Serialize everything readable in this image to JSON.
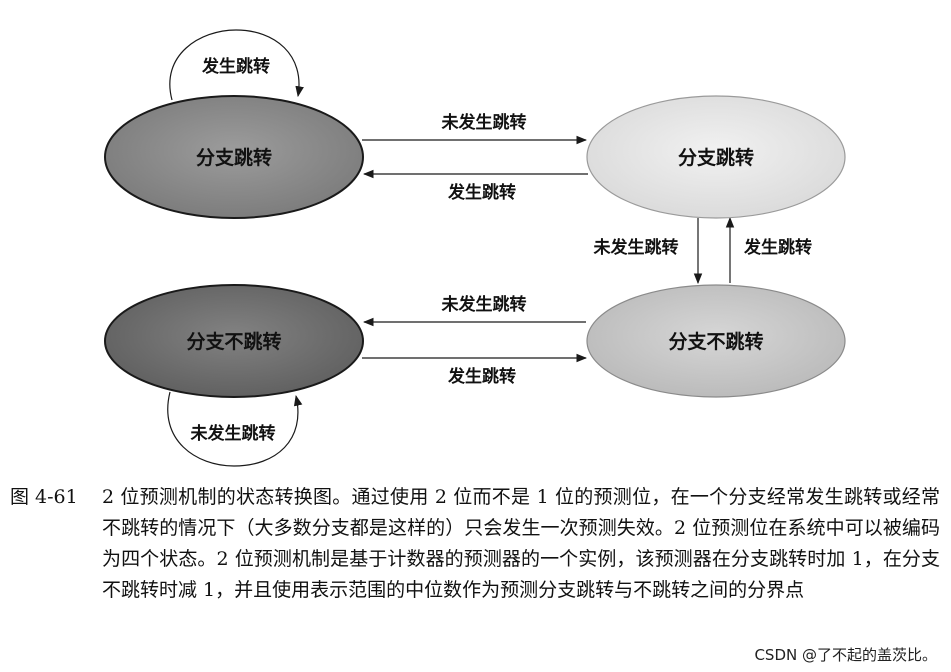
{
  "states": {
    "strong_taken": "分支跳转",
    "weak_taken": "分支跳转",
    "strong_not_taken": "分支不跳转",
    "weak_not_taken": "分支不跳转"
  },
  "transitions": {
    "strong_taken_self": "发生跳转",
    "strong_to_weak_taken": "未发生跳转",
    "weak_to_strong_taken": "发生跳转",
    "weak_taken_to_weak_not_taken": "未发生跳转",
    "weak_not_taken_to_weak_taken": "发生跳转",
    "weak_not_taken_to_strong_not_taken": "未发生跳转",
    "strong_to_weak_not_taken": "发生跳转",
    "strong_not_taken_self": "未发生跳转"
  },
  "caption": {
    "number": "图 4-61",
    "text": "2 位预测机制的状态转换图。通过使用 2 位而不是 1 位的预测位，在一个分支经常发生跳转或经常不跳转的情况下（大多数分支都是这样的）只会发生一次预测失效。2 位预测位在系统中可以被编码为四个状态。2 位预测机制是基于计数器的预测器的一个实例，该预测器在分支跳转时加 1，在分支不跳转时减 1，并且使用表示范围的中位数作为预测分支跳转与不跳转之间的分界点"
  },
  "watermark": "CSDN @了不起的盖茨比。",
  "colors": {
    "strong_taken_fill": "#8a8a8a",
    "weak_taken_fill": "#e4e4e4",
    "strong_not_taken_fill": "#6d6d6d",
    "weak_not_taken_fill": "#c8c8c8",
    "stroke": "#1a1a1a"
  }
}
